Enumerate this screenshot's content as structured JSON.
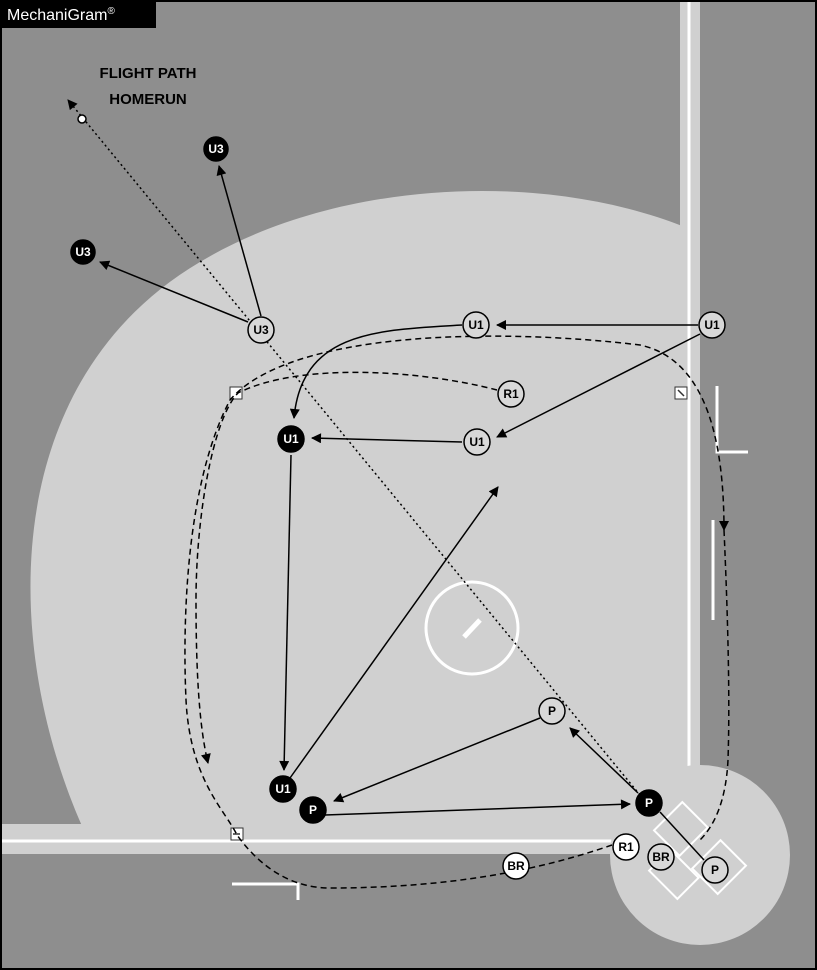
{
  "brand": {
    "name": "MechaniGram",
    "mark": "®"
  },
  "annotation": {
    "line1": "FLIGHT PATH",
    "line2": "HOMERUN"
  },
  "colors": {
    "background": "#8e8e8e",
    "field": "#d0d0d0",
    "baseline_white": "#ffffff",
    "ink": "#000000",
    "filled_marker": "#000000",
    "open_marker": "#d8d8d8"
  },
  "markers": {
    "u3_final_top": "U3",
    "u3_final_left": "U3",
    "u3_start": "U3",
    "u1_start": "U1",
    "u1_mid_top": "U1",
    "u1_mid_right": "U1",
    "u1_second_base": "U1",
    "u1_first_base": "U1",
    "r1_path": "R1",
    "p_mid": "P",
    "p_first_base": "P",
    "p_home": "P",
    "p_start": "P",
    "r1_home": "R1",
    "br_home": "BR",
    "br_path": "BR"
  }
}
